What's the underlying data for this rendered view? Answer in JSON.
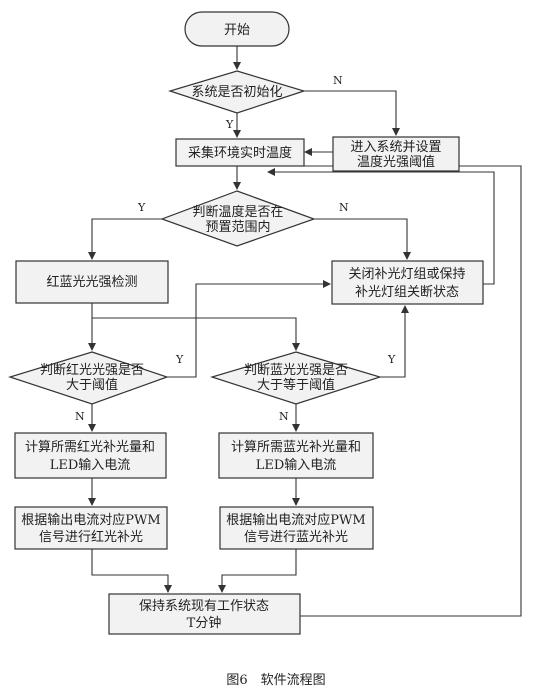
{
  "nodes": {
    "start": "开始",
    "init_check": "系统是否初始化",
    "init_setup": [
      "进入系统并设置",
      "温度光强阈值"
    ],
    "collect_temp": "采集环境实时温度",
    "temp_range_check": [
      "判断温度是否在",
      "预置范围内"
    ],
    "rb_detect": "红蓝光光强检测",
    "lights_off": [
      "关闭补光灯组或保持",
      "补光灯组关断状态"
    ],
    "red_check": [
      "判断红光光强是否",
      "大于阈值"
    ],
    "blue_check": [
      "判断蓝光光强是否",
      "大于等于阈值"
    ],
    "red_calc": [
      "计算所需红光补光量和",
      "LED输入电流"
    ],
    "blue_calc": [
      "计算所需蓝光补光量和",
      "LED输入电流"
    ],
    "red_pwm": [
      "根据输出电流对应PWM",
      "信号进行红光补光"
    ],
    "blue_pwm": [
      "根据输出电流对应PWM",
      "信号进行蓝光补光"
    ],
    "hold": [
      "保持系统现有工作状态",
      "T分钟"
    ]
  },
  "edge_labels": {
    "init_no": "N",
    "init_yes": "Y",
    "temp_yes": "Y",
    "temp_no": "N",
    "red_yes": "Y",
    "red_no": "N",
    "blue_yes": "Y",
    "blue_no": "N"
  },
  "caption": "图6　软件流程图"
}
